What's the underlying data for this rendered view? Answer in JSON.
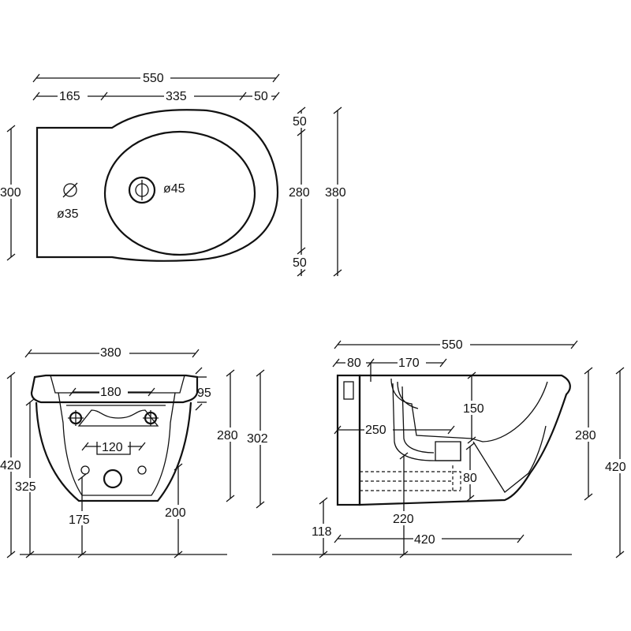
{
  "top_view": {
    "overall_width": "550",
    "seg_left": "165",
    "seg_mid": "335",
    "seg_right": "50",
    "height_left": "300",
    "height_inner": "280",
    "height_total": "380",
    "margin_top": "50",
    "margin_bottom": "50",
    "hole_small": "ø35",
    "hole_large": "ø45"
  },
  "front_view": {
    "width_total": "380",
    "width_inner": "180",
    "width_drain": "120",
    "height_rim": "95",
    "height_basin": "280",
    "height_302": "302",
    "height_total": "420",
    "height_325": "325",
    "dim_175": "175",
    "dim_200": "200"
  },
  "side_view": {
    "length_total": "550",
    "dim_80_top": "80",
    "dim_170": "170",
    "dim_150": "150",
    "dim_250": "250",
    "dim_80_low": "80",
    "height_280": "280",
    "height_420": "420",
    "dim_220": "220",
    "dim_118": "118",
    "dim_420_bottom": "420"
  }
}
